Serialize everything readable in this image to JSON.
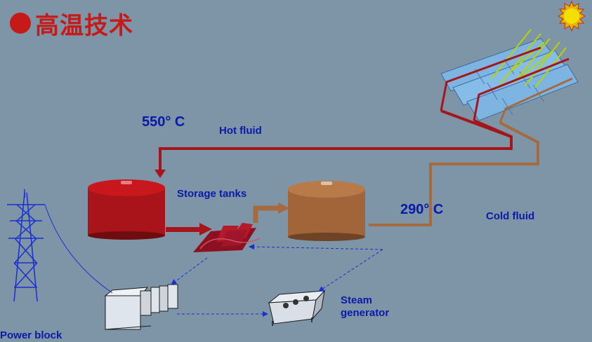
{
  "title": "高温技术",
  "labels": {
    "temp_hot": "550° C",
    "hot_fluid": "Hot fluid",
    "storage_tanks": "Storage tanks",
    "temp_cold": "290° C",
    "cold_fluid": "Cold fluid",
    "steam_generator_line1": "Steam",
    "steam_generator_line2": "generator",
    "power_block": "Power block"
  },
  "colors": {
    "background": "#7d95a6",
    "title": "#c51a18",
    "hot_pipe": "#a4161b",
    "cold_pipe": "#a56a3e",
    "hot_tank": "#b0151a",
    "cold_tank": "#a86a3c",
    "label_text": "#0a1aa8",
    "collector": "#7eb4e2",
    "sun": "#e8d000"
  },
  "icons": [
    "sun-icon",
    "solar-collector-icon",
    "hot-tank-icon",
    "cold-tank-icon",
    "heat-exchanger-icon",
    "steam-generator-icon",
    "turbine-icon",
    "power-tower-icon"
  ]
}
